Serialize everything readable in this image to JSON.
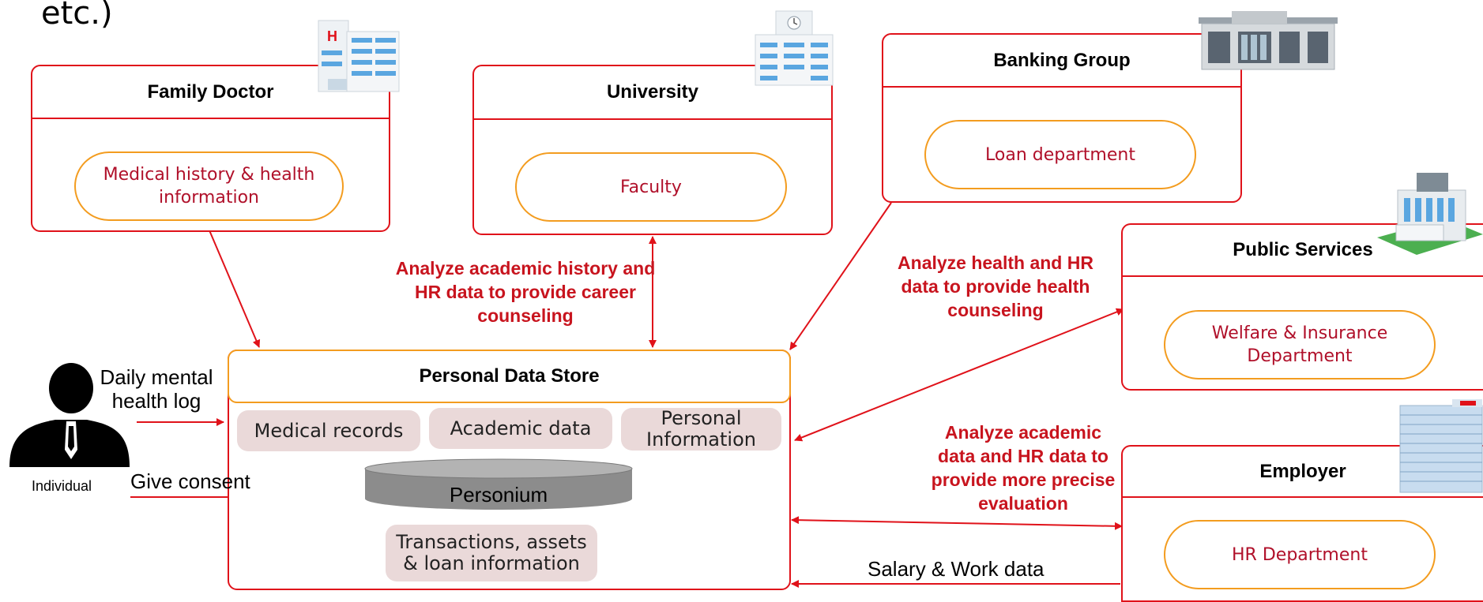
{
  "top_text": "etc.)",
  "individual": {
    "label": "Individual"
  },
  "inputs": {
    "mental_log": "Daily mental health log",
    "consent": "Give consent"
  },
  "family_doctor": {
    "title": "Family Doctor",
    "item": "Medical history & health information"
  },
  "university": {
    "title": "University",
    "item": "Faculty"
  },
  "banking_group": {
    "title": "Banking Group",
    "item": "Loan department"
  },
  "public_services": {
    "title": "Public Services",
    "item": "Welfare & Insurance Department"
  },
  "employer": {
    "title": "Employer",
    "item": "HR Department"
  },
  "pds": {
    "title": "Personal Data Store",
    "tags": [
      "Medical records",
      "Academic data",
      "Personal Information"
    ],
    "platform": "Personium",
    "bottom_tag": "Transactions, assets & loan information"
  },
  "annotations": {
    "career": "Analyze academic history and HR data to provide career counseling",
    "health": "Analyze health and HR data to provide health counseling",
    "evaluation": "Analyze academic data and HR data to provide more precise evaluation",
    "salary": "Salary & Work data"
  },
  "colors": {
    "box_border": "#e0121a",
    "pill_border": "#f39c1f",
    "pill_text": "#b0102a",
    "annotation": "#c8141e",
    "tag_bg": "#ead9d9",
    "pds_header_border": "#f39c1f"
  },
  "icons": [
    "hospital-building-icon",
    "university-building-icon",
    "bank-building-icon",
    "government-building-icon",
    "office-tower-icon",
    "person-silhouette-icon"
  ]
}
